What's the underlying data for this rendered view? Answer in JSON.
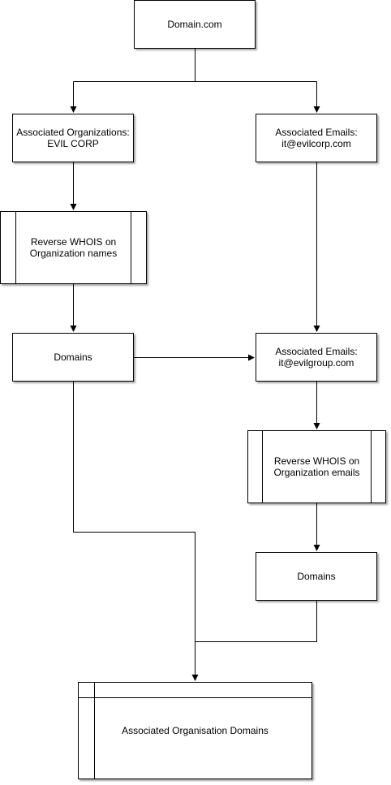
{
  "nodes": {
    "domain": {
      "l1": "Domain.com"
    },
    "orgs": {
      "l1": "Associated Organizations:",
      "l2": "EVIL CORP"
    },
    "emails1": {
      "l1": "Associated Emails:",
      "l2": "it@evilcorp.com"
    },
    "rev_names": {
      "l1": "Reverse WHOIS on",
      "l2": "Organization names"
    },
    "domains1": {
      "l1": "Domains"
    },
    "emails2": {
      "l1": "Associated Emails:",
      "l2": "it@evilgroup.com"
    },
    "rev_emails": {
      "l1": "Reverse WHOIS on",
      "l2": "Organization emails"
    },
    "domains2": {
      "l1": "Domains"
    },
    "result": {
      "l1": "Associated Organisation Domains"
    }
  },
  "colors": {
    "stroke": "#000000",
    "fill": "#ffffff"
  }
}
